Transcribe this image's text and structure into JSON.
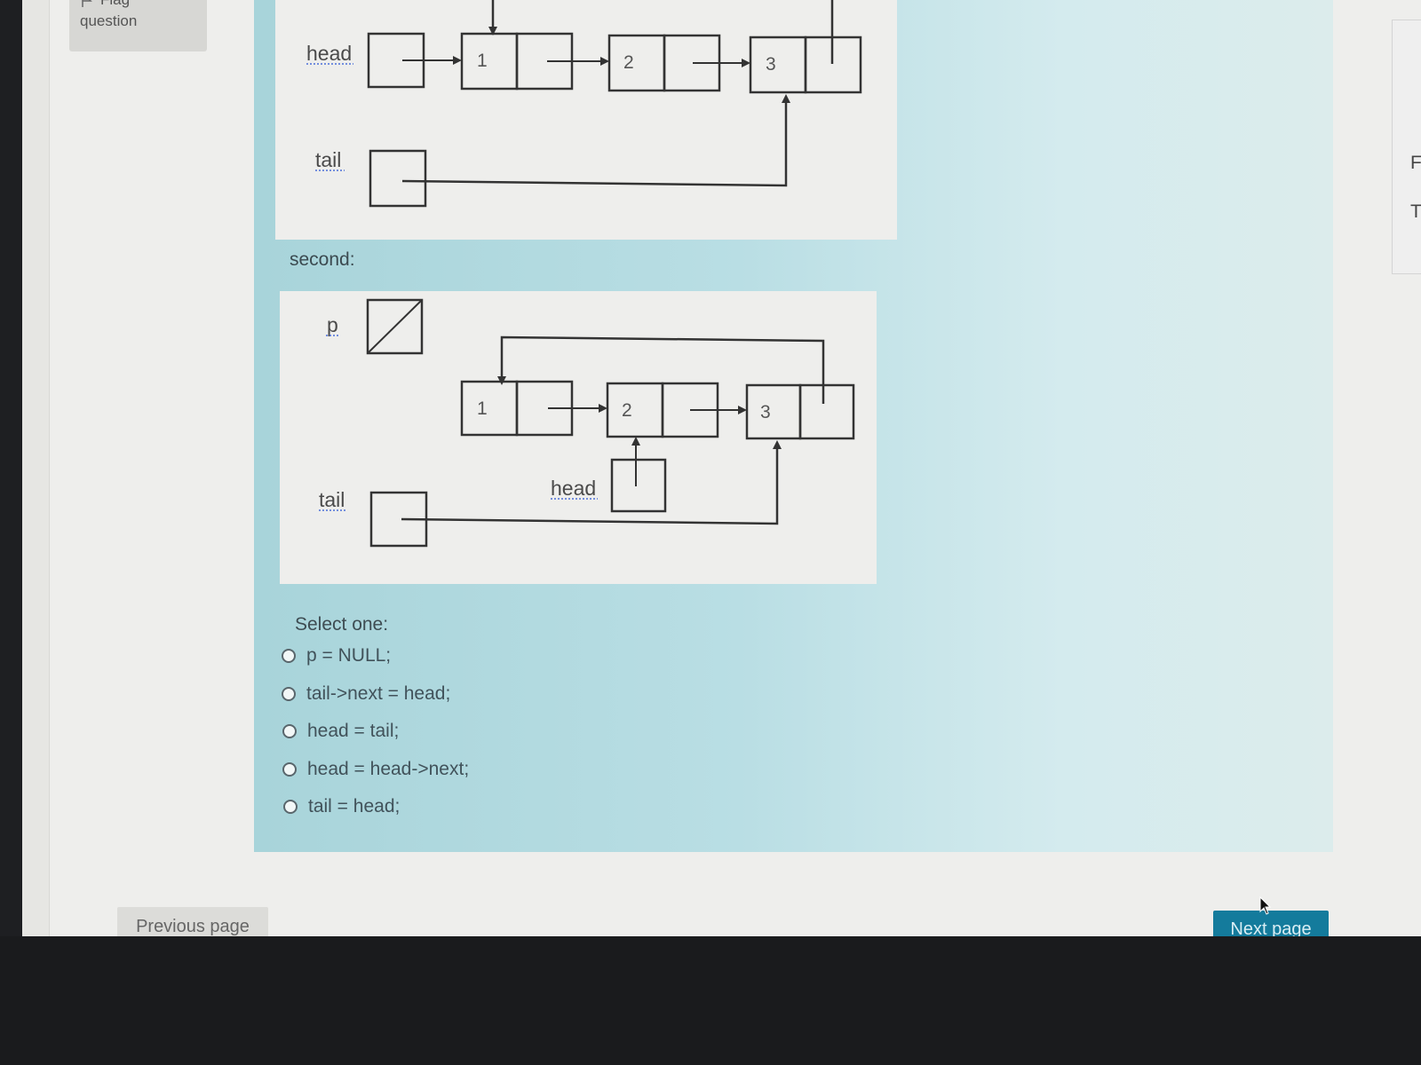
{
  "flag": {
    "line1": "Flag",
    "line2": "question"
  },
  "diagram_first": {
    "head_label": "head",
    "tail_label": "tail",
    "nodes": [
      "1",
      "2",
      "3"
    ]
  },
  "second_label": "second:",
  "diagram_second": {
    "p_label": "p",
    "tail_label": "tail",
    "head_label": "head",
    "nodes": [
      "1",
      "2",
      "3"
    ]
  },
  "select_one": "Select one:",
  "options": [
    {
      "label": "p = NULL;"
    },
    {
      "label": "tail->next = head;"
    },
    {
      "label": "head = tail;"
    },
    {
      "label": "head = head->next;"
    },
    {
      "label": "tail = head;"
    }
  ],
  "nav": {
    "previous": "Previous page",
    "next": "Next page"
  },
  "right_sidebar": {
    "char1": "F",
    "char2": "T"
  },
  "colors": {
    "panel": "#b9dee4",
    "next_button": "#147b9c",
    "diagram_bg": "#eeeeec"
  }
}
